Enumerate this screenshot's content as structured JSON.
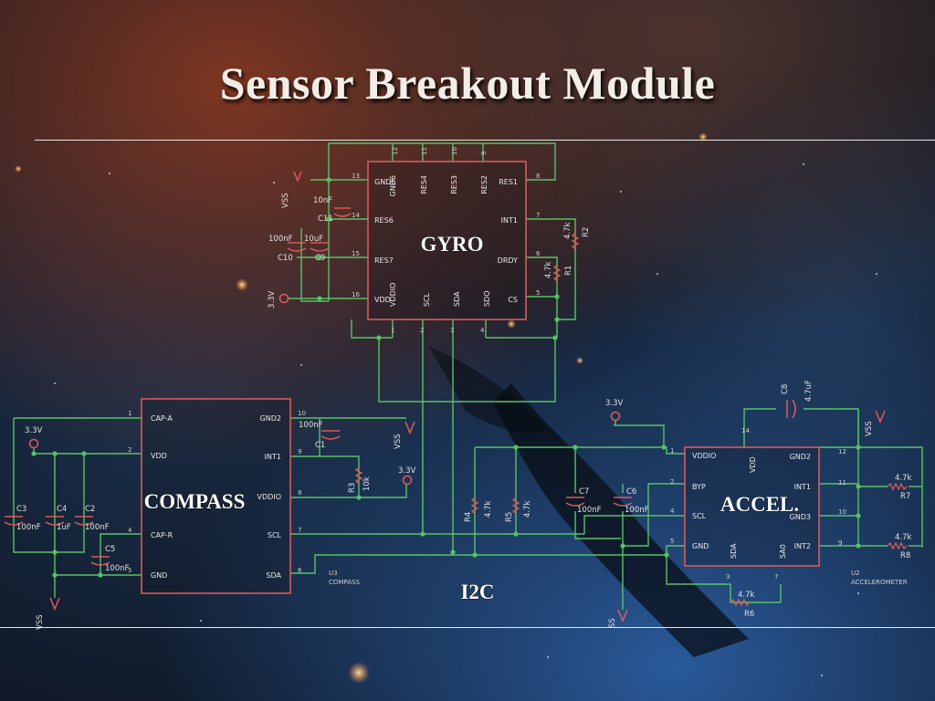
{
  "slide": {
    "title": "Sensor Breakout Module"
  },
  "blocks": {
    "gyro": "GYRO",
    "compass": "COMPASS",
    "accel": "ACCEL.",
    "bus": "I2C"
  },
  "gyro_pins": {
    "top": [
      "GND6",
      "RES4",
      "RES3",
      "RES2",
      "RES1"
    ],
    "left": [
      "RES6",
      "RES7",
      "VDD"
    ],
    "right": [
      "INT1",
      "DRDY",
      "CS"
    ],
    "bottom": [
      "VDDIO",
      "SCL",
      "SDA",
      "SDO"
    ],
    "numbers": [
      "12",
      "11",
      "10",
      "9",
      "13",
      "14",
      "15",
      "16",
      "8",
      "7",
      "6",
      "5",
      "1",
      "2",
      "3",
      "4"
    ]
  },
  "compass_pins": {
    "left": [
      "CAP-A",
      "VDD",
      "CAP-R",
      "GND"
    ],
    "right": [
      "GND2",
      "INT1",
      "VDDIO",
      "SCL",
      "SDA"
    ],
    "numbers": [
      "1",
      "2",
      "4",
      "5",
      "10",
      "9",
      "8",
      "7",
      "6"
    ],
    "ref": "U3",
    "name": "COMPASS"
  },
  "accel_pins": {
    "left": [
      "VDDIO",
      "BYP",
      "SCL",
      "GND"
    ],
    "top": [
      "VDD"
    ],
    "bottom": [
      "SDA",
      "SA0"
    ],
    "right": [
      "GND2",
      "INT1",
      "GND3",
      "INT2"
    ],
    "numbers": [
      "14",
      "1",
      "2",
      "4",
      "5",
      "3",
      "7",
      "12",
      "11",
      "10",
      "9"
    ],
    "ref": "U2",
    "name": "ACCELEROMETER"
  },
  "components": {
    "c11": {
      "ref": "C11",
      "value": "10nF"
    },
    "c10": {
      "ref": "C10",
      "value": "100nF"
    },
    "c9": {
      "ref": "C9",
      "value": "10uF"
    },
    "r1": {
      "ref": "R1",
      "value": "4.7k"
    },
    "r2": {
      "ref": "R2",
      "value": "4.7k"
    },
    "c1": {
      "ref": "C1",
      "value": "100nF"
    },
    "r3": {
      "ref": "R3",
      "value": "10k"
    },
    "c3": {
      "ref": "C3",
      "value": "100nF"
    },
    "c4": {
      "ref": "C4",
      "value": "1uF"
    },
    "c2": {
      "ref": "C2",
      "value": "100nF"
    },
    "c5": {
      "ref": "C5",
      "value": "100nF"
    },
    "r4": {
      "ref": "R4",
      "value": "4.7k"
    },
    "r5": {
      "ref": "R5",
      "value": "4.7k"
    },
    "c7": {
      "ref": "C7",
      "value": "100nF"
    },
    "c6": {
      "ref": "C6",
      "value": "100nF"
    },
    "c8": {
      "ref": "C8",
      "value": "4.7uF"
    },
    "r7": {
      "ref": "R7",
      "value": "4.7k"
    },
    "r8": {
      "ref": "R8",
      "value": "4.7k"
    },
    "r6": {
      "ref": "R6",
      "value": "4.7k"
    }
  },
  "supply": {
    "v33": "3.3V",
    "vss": "VSS",
    "ss": "SS"
  },
  "colors": {
    "wire": "#58c266",
    "part": "#d85a5a",
    "text": "#f2ede6"
  }
}
